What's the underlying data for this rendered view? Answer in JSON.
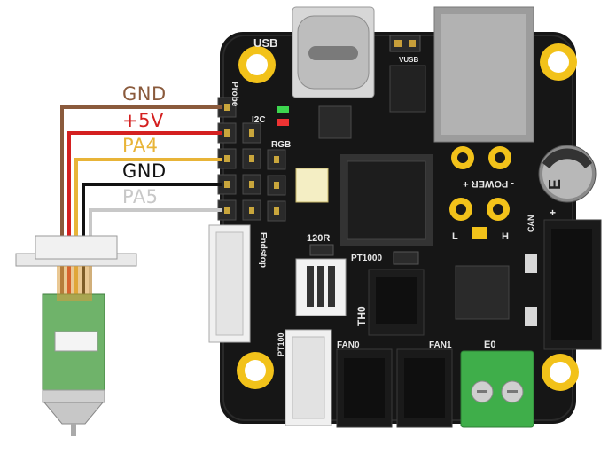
{
  "wires": [
    {
      "label": "GND",
      "color": "#8a5a3c"
    },
    {
      "label": "+5V",
      "color": "#d42020"
    },
    {
      "label": "PA4",
      "color": "#e8b438"
    },
    {
      "label": "GND",
      "color": "#111111"
    },
    {
      "label": "PA5",
      "color": "#c8c8c8"
    }
  ],
  "board": {
    "silk": {
      "usb": "USB",
      "vusb": "VUSB",
      "probe": "Probe",
      "i2c": "I2C",
      "rgb": "RGB",
      "endstop": "Endstop",
      "r120": "120R",
      "pt1000": "PT1000",
      "pt100": "PT100",
      "th0": "TH0",
      "fan0": "FAN0",
      "fan1": "FAN1",
      "e0": "E0",
      "power": "- POWER +",
      "can": "CAN",
      "l": "L",
      "h": "H",
      "e": "E",
      "plus": "+"
    },
    "colors": {
      "pcb": "#161616",
      "pad": "#f2c21a",
      "terminal": "#3fae4a"
    }
  }
}
